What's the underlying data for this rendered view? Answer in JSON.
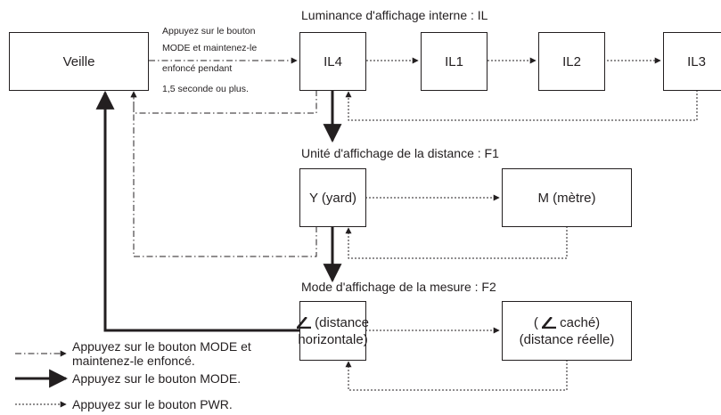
{
  "headers": {
    "il": "Luminance d'affichage interne : IL",
    "f1": "Unité d'affichage de la distance : F1",
    "f2": "Mode d'affichage de la mesure : F2"
  },
  "boxes": {
    "veille": "Veille",
    "il4": "IL4",
    "il1": "IL1",
    "il2": "IL2",
    "il3": "IL3",
    "yard": "Y (yard)",
    "metre": "M (mètre)",
    "horizontal_line1": "(distance",
    "horizontal_line2": "horizontale)",
    "real_line1_open": "(",
    "real_line1_rest": " caché)",
    "real_line2": "(distance réelle)"
  },
  "note": {
    "line1": "Appuyez sur le bouton",
    "line2": "MODE et maintenez-le",
    "line3": "enfoncé pendant",
    "line4": "1,5 seconde ou plus."
  },
  "legend": {
    "hold_mode_line1": "Appuyez sur le bouton MODE et",
    "hold_mode_line2": "maintenez-le enfoncé.",
    "press_mode": "Appuyez sur le bouton MODE.",
    "press_pwr": "Appuyez sur le bouton PWR."
  },
  "icons": [
    "angle-icon"
  ],
  "colors": {
    "ink": "#231f20"
  }
}
